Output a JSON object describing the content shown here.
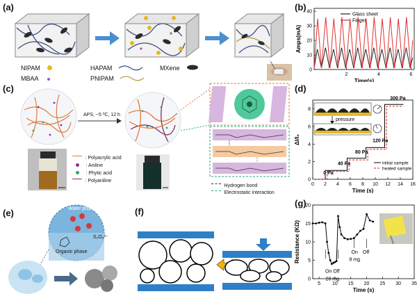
{
  "labels": {
    "a": "(a)",
    "b": "(b)",
    "c": "(c)",
    "d": "(d)",
    "e": "(e)",
    "f": "(f)",
    "g": "(g)"
  },
  "legend_a": [
    {
      "name": "NIPAM",
      "color": "#e8b820",
      "kind": "dot"
    },
    {
      "name": "HAPAM",
      "color": "#3c4a80",
      "kind": "wave"
    },
    {
      "name": "MXene",
      "color": "#2b2b2b",
      "kind": "flake"
    },
    {
      "name": "MBAA",
      "color": "#9c5ab0",
      "kind": "dot-small"
    },
    {
      "name": "PNIPAM",
      "color": "#b8a040",
      "kind": "wave2"
    }
  ],
  "panel_c": {
    "arrow_label": "APS, ~5 ºC, 12 h",
    "legend": [
      {
        "name": ": Polyacrylic acid",
        "color": "#e07a3a"
      },
      {
        "name": ": Aniline",
        "color": "#8a2f9a"
      },
      {
        "name": ": Phytic acid",
        "color": "#2aa37a"
      },
      {
        "name": ": Polyaniline",
        "color": "#8a2f5a"
      }
    ],
    "bond_legend": [
      {
        "name": "Hydrogen bond",
        "style": "dash"
      },
      {
        "name": "Electrostatic interaction",
        "style": "dash-green"
      }
    ]
  },
  "panel_e": {
    "water": "Water phase",
    "organic": "Organic phase",
    "ion": "S₂O₈²⁻"
  },
  "chart_b": {
    "type": "line",
    "ylabel": "Amps(mA)",
    "xlabel": "Time(s)",
    "xticks": [
      "2",
      "4",
      "6"
    ],
    "yticks": [
      "0",
      "10",
      "20",
      "30",
      "40"
    ],
    "legend": [
      "Glass sheet",
      "Finger"
    ],
    "colors": [
      "#222222",
      "#e03030"
    ]
  },
  "chart_d": {
    "type": "line",
    "ylabel": "ΔI/I₀",
    "xlabel": "Time (s)",
    "xticks": [
      "0",
      "2",
      "4",
      "6",
      "8",
      "10",
      "12",
      "14",
      "16"
    ],
    "yticks": [
      "0",
      "2",
      "4",
      "6",
      "8"
    ],
    "legend": [
      "initial sample",
      "healed sample"
    ],
    "annotations": [
      "0 Pa",
      "40 Pa",
      "80 Pa",
      "120 Pa",
      "300 Pa"
    ],
    "inset_label": "pressure"
  },
  "chart_g": {
    "type": "line",
    "ylabel": "Resistance (KΩ)",
    "xlabel": "Time (s)",
    "xticks": [
      "5",
      "10",
      "15",
      "20",
      "25",
      "30",
      "35"
    ],
    "yticks": [
      "0",
      "5",
      "10",
      "15",
      "20"
    ],
    "ann1": "On  Off",
    "ann1b": "20 mg",
    "ann2": "On",
    "ann2b": "8 mg",
    "ann3": "Off"
  },
  "chart_data": [
    {
      "type": "line",
      "title": "",
      "xlabel": "Time(s)",
      "ylabel": "Amps(mA)",
      "xlim": [
        0,
        6.2
      ],
      "ylim": [
        0,
        42
      ],
      "series": [
        {
          "name": "Glass sheet",
          "x": [
            0,
            0.2,
            0.45,
            0.7,
            0.95,
            1.2,
            1.45,
            1.7,
            1.95,
            2.2,
            2.45,
            2.7,
            2.95,
            3.2,
            3.45,
            3.7,
            3.95,
            4.2,
            4.45,
            4.7,
            4.95,
            5.2,
            5.45,
            5.7,
            5.95,
            6.1
          ],
          "y": [
            1,
            14,
            1,
            15,
            1,
            14,
            1,
            15,
            1,
            14,
            1,
            15,
            1,
            14,
            1,
            15,
            1,
            14,
            1,
            15,
            1,
            14,
            1,
            15,
            1,
            8
          ]
        },
        {
          "name": "Finger",
          "x": [
            0,
            0.22,
            0.45,
            0.72,
            0.98,
            1.22,
            1.48,
            1.72,
            1.98,
            2.22,
            2.48,
            2.72,
            2.98,
            3.22,
            3.48,
            3.72,
            3.98,
            4.22,
            4.48,
            4.72,
            4.98,
            5.22,
            5.48,
            5.72,
            5.98,
            6.1
          ],
          "y": [
            1,
            35,
            1,
            36,
            1,
            35,
            1,
            36,
            1,
            35,
            1,
            36,
            1,
            35,
            1,
            36,
            1,
            35,
            1,
            36,
            1,
            35,
            1,
            36,
            1,
            20
          ]
        }
      ]
    },
    {
      "type": "line",
      "title": "",
      "xlabel": "Time (s)",
      "ylabel": "ΔI/I₀",
      "xlim": [
        0,
        16
      ],
      "ylim": [
        0,
        9
      ],
      "series": [
        {
          "name": "initial sample",
          "x": [
            0,
            2,
            2,
            5.5,
            5.5,
            8.5,
            8.5,
            11.5,
            11.5,
            13.5,
            13.5,
            14.5
          ],
          "y": [
            0,
            0,
            1,
            1,
            2.4,
            2.4,
            3.6,
            3.6,
            8.5,
            8.5,
            8.5,
            8.5
          ]
        },
        {
          "name": "healed sample",
          "x": [
            0,
            2.3,
            2.3,
            5.8,
            5.8,
            8.8,
            8.8,
            11.8,
            11.8,
            13.5,
            13.5,
            14.5
          ],
          "y": [
            0,
            0,
            0.9,
            0.9,
            2.2,
            2.2,
            3.4,
            3.4,
            8.3,
            8.3,
            8.3,
            8.3
          ]
        }
      ]
    },
    {
      "type": "line",
      "title": "",
      "xlabel": "Time (s)",
      "ylabel": "Resistance (KΩ)",
      "xlim": [
        3,
        35
      ],
      "ylim": [
        0,
        20
      ],
      "series": [
        {
          "name": "",
          "x": [
            3,
            4,
            5,
            6,
            7,
            7.5,
            8,
            8.5,
            9,
            9.5,
            10,
            10.5,
            11,
            11.5,
            12,
            13,
            14,
            15,
            16,
            17,
            18,
            19,
            20,
            21,
            22
          ],
          "y": [
            15,
            15,
            15.2,
            15.3,
            15,
            10,
            7,
            5,
            4,
            4.3,
            4.5,
            4.8,
            17,
            14,
            12,
            11,
            10.7,
            10.8,
            11,
            12,
            13,
            13.5,
            17.5,
            15.8,
            15.5
          ]
        }
      ]
    }
  ]
}
